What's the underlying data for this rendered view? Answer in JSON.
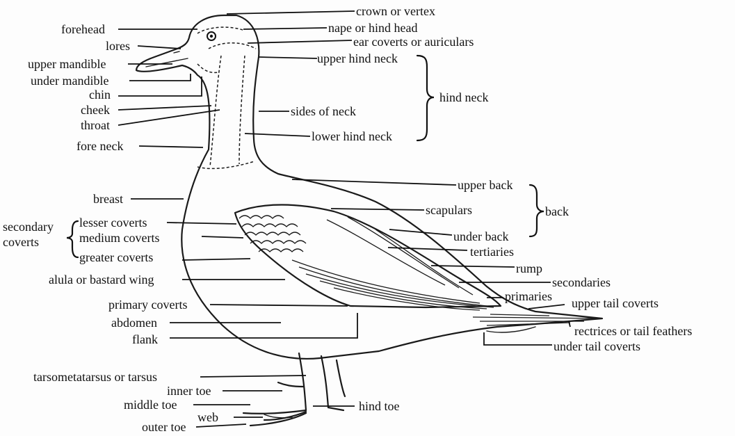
{
  "labels": {
    "crown": "crown or vertex",
    "forehead": "forehead",
    "nape": "nape or hind head",
    "lores": "lores",
    "ear_coverts": "ear coverts or auriculars",
    "upper_mandible": "upper mandible",
    "upper_hind_neck": "upper hind neck",
    "under_mandible": "under mandible",
    "chin": "chin",
    "hind_neck": "hind neck",
    "cheek": "cheek",
    "sides_of_neck": "sides of neck",
    "throat": "throat",
    "lower_hind_neck": "lower hind neck",
    "fore_neck": "fore neck",
    "upper_back": "upper back",
    "breast": "breast",
    "scapulars": "scapulars",
    "back": "back",
    "secondary_coverts_1": "secondary",
    "secondary_coverts_2": "coverts",
    "lesser_coverts": "lesser coverts",
    "medium_coverts": "medium coverts",
    "under_back": "under back",
    "greater_coverts": "greater coverts",
    "tertiaries": "tertiaries",
    "rump": "rump",
    "alula": "alula or bastard wing",
    "secondaries": "secondaries",
    "primaries": "primaries",
    "primary_coverts": "primary coverts",
    "upper_tail_coverts": "upper tail coverts",
    "abdomen": "abdomen",
    "rectrices": "rectrices or tail feathers",
    "flank": "flank",
    "under_tail_coverts": "under tail coverts",
    "tarsus": "tarsometatarsus or tarsus",
    "inner_toe": "inner toe",
    "middle_toe": "middle toe",
    "hind_toe": "hind toe",
    "web": "web",
    "outer_toe": "outer toe"
  }
}
